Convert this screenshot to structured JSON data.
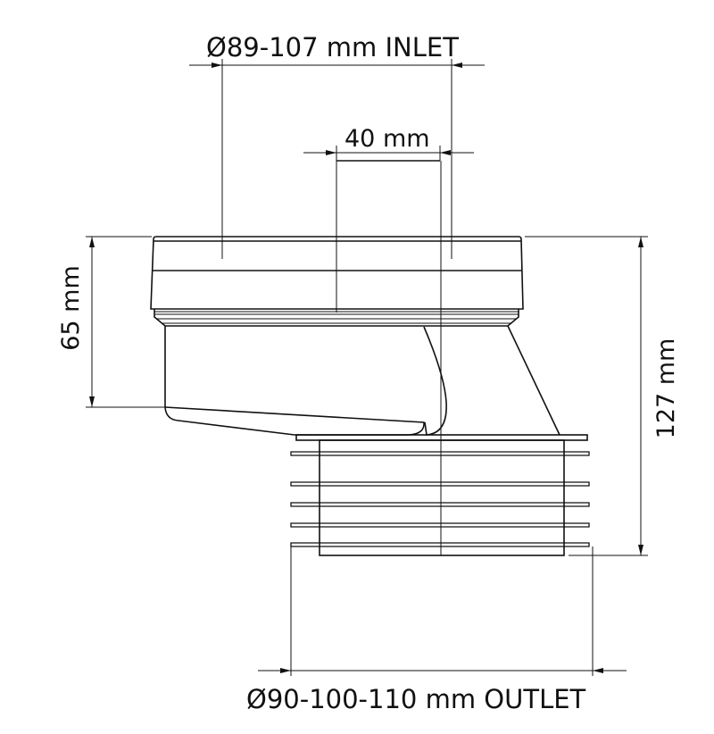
{
  "labels": {
    "inlet": "Ø89-107 mm INLET",
    "offset": "40 mm",
    "socket_height": "65 mm",
    "total_height": "127 mm",
    "outlet": "Ø90-100-110 mm OUTLET"
  },
  "colors": {
    "line": "#111111",
    "background": "#ffffff"
  }
}
